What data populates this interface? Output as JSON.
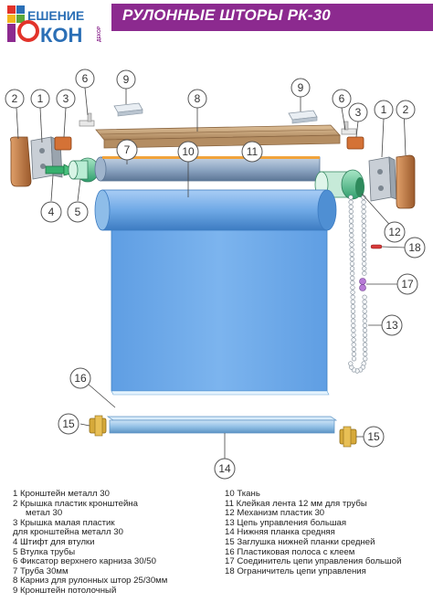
{
  "header": {
    "title": "РУЛОННЫЕ ШТОРЫ РК-30",
    "logo_top": "ЕШЕНИЕ",
    "logo_bottom": "КОН",
    "logo_side": "ДЕКОР"
  },
  "colors": {
    "title_bar": "#8c2a8f",
    "fabric": "#6fa9e6",
    "tube": "#8fa7c4",
    "bracket_plastic": "#c9885a",
    "cornice": "#c8a47a"
  },
  "callouts": [
    "1",
    "2",
    "3",
    "4",
    "5",
    "6",
    "7",
    "8",
    "9",
    "10",
    "11",
    "12",
    "13",
    "14",
    "15",
    "16",
    "17",
    "18"
  ],
  "legend_left": [
    "1 Кронштейн металл 30",
    "2 Крышка пластик кронштейна",
    "метал 30",
    "3 Крышка малая пластик",
    "для кронштейна металл 30",
    "4 Штифт для втулки",
    "5 Втулка трубы",
    "6 Фиксатор верхнего карниза 30/50",
    "7 Труба 30мм",
    "8 Карниз для рулонных штор 25/30мм",
    "9 Кронштейн потолочный"
  ],
  "legend_right": [
    "10 Ткань",
    "11 Клейкая лента 12 мм для трубы",
    "12 Механизм пластик 30",
    "13 Цепь управления большая",
    "14 Нижняя планка средняя",
    "15 Заглушка нижней планки средней",
    "16 Пластиковая полоса с клеем",
    "17 Соединитель цепи управления большой",
    "18 Ограничитель цепи управления"
  ]
}
